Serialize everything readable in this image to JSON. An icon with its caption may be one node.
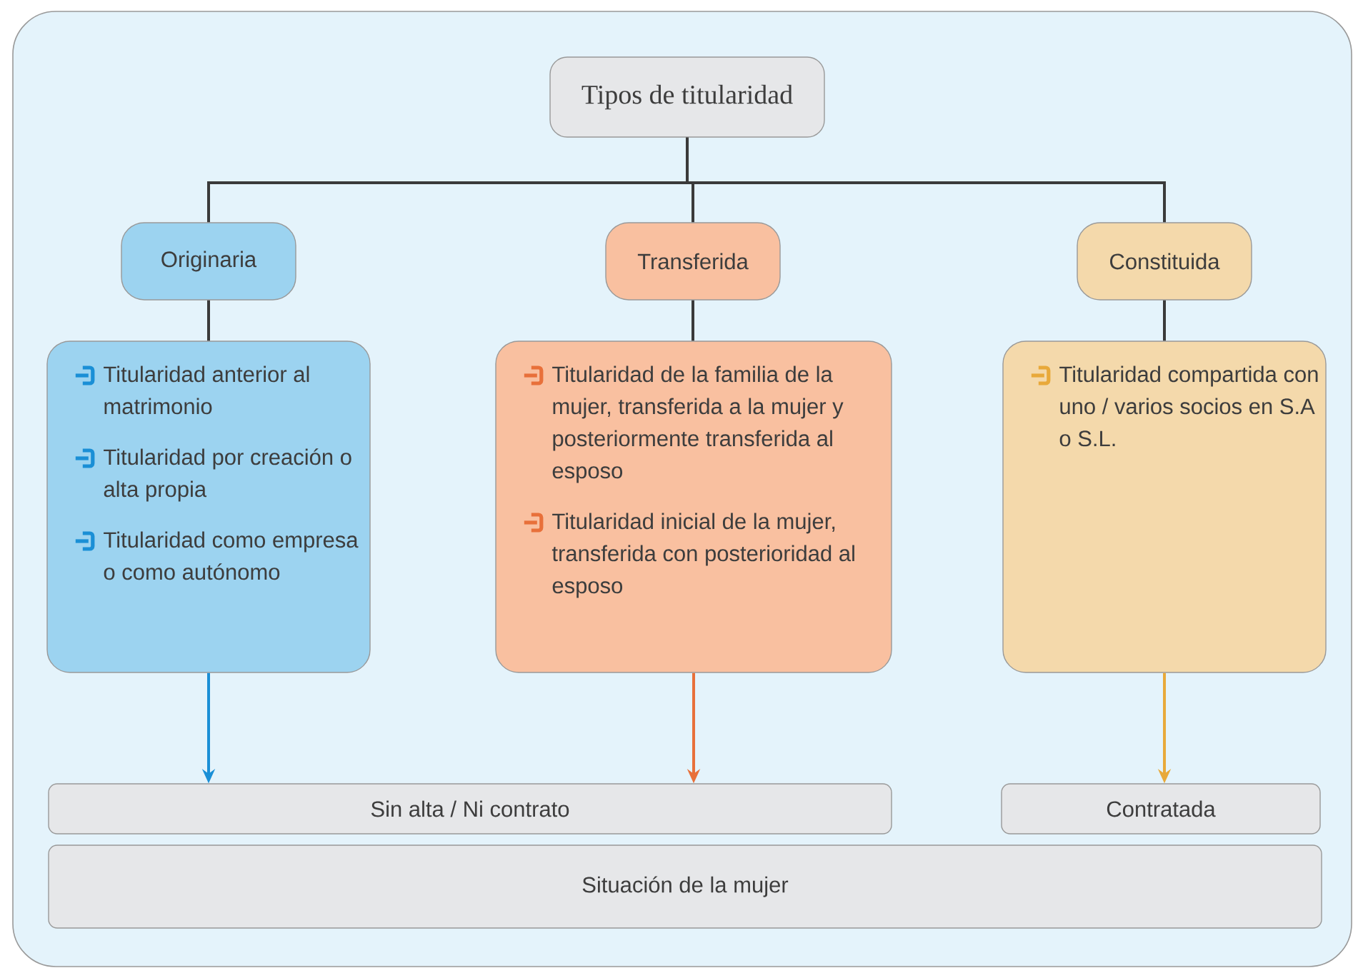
{
  "diagram": {
    "nodes": [
      {
        "text": [
          "Tipos de titularidad"
        ]
      },
      {
        "text": [
          "Originaria"
        ]
      },
      {
        "text": [
          "Transferida"
        ]
      },
      {
        "text": [
          "Constituida"
        ]
      },
      {
        "text": [
          "Titularidad anterior al matrimonio",
          "Titularidad por creación o alta propia",
          "Titularidad como empresa o como autónomo"
        ]
      },
      {
        "text": [
          "Titularidad de la familia de la mujer, transferida a la mujer y posteriormente transferida al esposo",
          "Titularidad inicial de la mujer, transferida con posterioridad al esposo"
        ]
      },
      {
        "text": [
          "Titularidad compartida con uno / varios socios en S.A o S.L."
        ]
      },
      {
        "text": [
          "Sin alta / Ni contrato"
        ]
      },
      {
        "text": [
          "Contratada"
        ]
      },
      {
        "text": [
          "Situación de la mujer"
        ]
      }
    ],
    "edges": [
      {
        "from": 0,
        "to": 1,
        "arrow": "none"
      },
      {
        "from": 0,
        "to": 2,
        "arrow": "none"
      },
      {
        "from": 0,
        "to": 3,
        "arrow": "none"
      },
      {
        "from": 1,
        "to": 4,
        "arrow": "none"
      },
      {
        "from": 2,
        "to": 5,
        "arrow": "none"
      },
      {
        "from": 3,
        "to": 6,
        "arrow": "none"
      },
      {
        "from": 4,
        "to": 7,
        "arrow": "to",
        "color": "#1a8fd6"
      },
      {
        "from": 5,
        "to": 7,
        "arrow": "to",
        "color": "#e8703a"
      },
      {
        "from": 6,
        "to": 8,
        "arrow": "to",
        "color": "#e8a93a"
      }
    ]
  }
}
